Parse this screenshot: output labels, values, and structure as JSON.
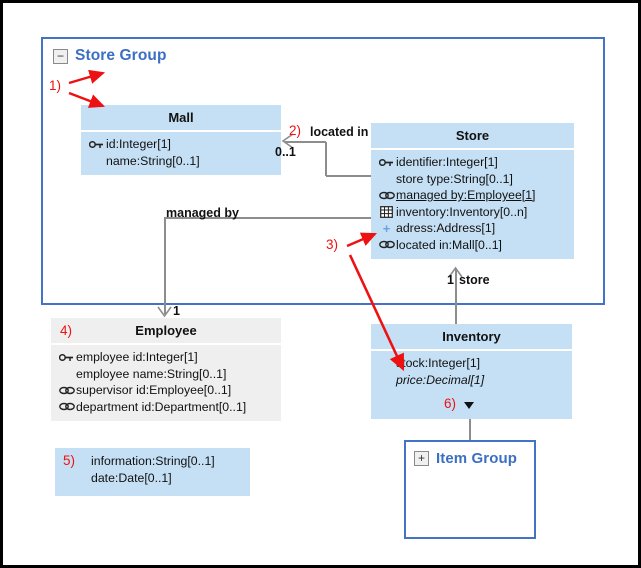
{
  "diagram": {
    "store_group": {
      "title": "Store Group",
      "expander": "−",
      "expander_icon": "collapse-minus-icon"
    },
    "item_group": {
      "title": "Item Group",
      "expander": "+",
      "expander_icon": "expand-plus-icon"
    },
    "classes": {
      "mall": {
        "name": "Mall",
        "attributes": [
          {
            "icon": "key-icon",
            "text": "id:Integer[1]",
            "style": "plain"
          },
          {
            "icon": "none",
            "text": "name:String[0..1]",
            "style": "plain"
          }
        ]
      },
      "store": {
        "name": "Store",
        "attributes": [
          {
            "icon": "key-icon",
            "text": "identifier:Integer[1]",
            "style": "plain"
          },
          {
            "icon": "none",
            "text": "store type:String[0..1]",
            "style": "plain"
          },
          {
            "icon": "link-icon",
            "text": "managed by:Employee[1]",
            "style": "underline"
          },
          {
            "icon": "table-icon",
            "text": "inventory:Inventory[0..n]",
            "style": "plain"
          },
          {
            "icon": "plus-icon",
            "text": "adress:Address[1]",
            "style": "plain"
          },
          {
            "icon": "link-icon",
            "text": "located in:Mall[0..1]",
            "style": "plain"
          }
        ]
      },
      "employee": {
        "name": "Employee",
        "attributes": [
          {
            "icon": "key-icon",
            "text": "employee id:Integer[1]",
            "style": "plain"
          },
          {
            "icon": "none",
            "text": "employee name:String[0..1]",
            "style": "plain"
          },
          {
            "icon": "link-icon",
            "text": "supervisor id:Employee[0..1]",
            "style": "plain"
          },
          {
            "icon": "link-icon",
            "text": "department id:Department[0..1]",
            "style": "plain"
          }
        ]
      },
      "inventory": {
        "name": "Inventory",
        "attributes": [
          {
            "icon": "none",
            "text": "stock:Integer[1]",
            "style": "plain"
          },
          {
            "icon": "none",
            "text": "price:Decimal[1]",
            "style": "italic"
          }
        ]
      }
    },
    "note": {
      "lines": [
        "information:String[0..1]",
        "date:Date[0..1]"
      ]
    },
    "associations": {
      "located_in": {
        "label": "located in",
        "multiplicity": "0..1"
      },
      "managed_by": {
        "label": "managed by",
        "multiplicity": "1"
      },
      "store_inventory": {
        "label": "store",
        "multiplicity": "1"
      }
    },
    "annotations": [
      {
        "id": "a1",
        "label": "1)"
      },
      {
        "id": "a2",
        "label": "2)"
      },
      {
        "id": "a3",
        "label": "3)"
      },
      {
        "id": "a4",
        "label": "4)"
      },
      {
        "id": "a5",
        "label": "5)"
      },
      {
        "id": "a6",
        "label": "6)"
      }
    ],
    "colors": {
      "class_fill": "#c5e0f5",
      "class_fill_gray": "#efefef",
      "group_border": "#4472c4",
      "group_title": "#3b6fc4",
      "annotation_red": "#ee1111",
      "connector_gray": "#8d8d8d",
      "canvas_border": "#000000"
    }
  }
}
